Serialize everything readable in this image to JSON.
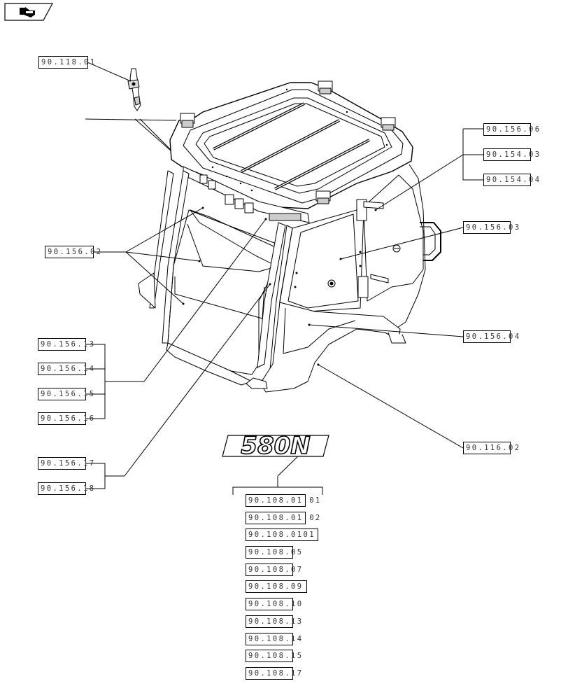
{
  "diagram": {
    "model_badge": "580N",
    "callouts": {
      "bracket": "90.118.01",
      "rear_glass": "90.156.06",
      "roof": "90.154.03",
      "roof_b": "90.154.04",
      "side_glass_r": "90.156.03",
      "front_glass": "90.156.02",
      "door_glass": "90.156.04",
      "g13": "90.156.13",
      "g14": "90.156.14",
      "g15": "90.156.15",
      "g16": "90.156.16",
      "g17": "90.156.17",
      "g18": "90.156.18",
      "fender": "90.116.02"
    },
    "decal_list": [
      "90.108.01 01",
      "90.108.01.02",
      "90.108.0101",
      "90.108.05",
      "90.108.07",
      "90.108.09",
      "90.108.10",
      "90.108.13",
      "90.108.14",
      "90.108.15",
      "90.108.17"
    ]
  }
}
